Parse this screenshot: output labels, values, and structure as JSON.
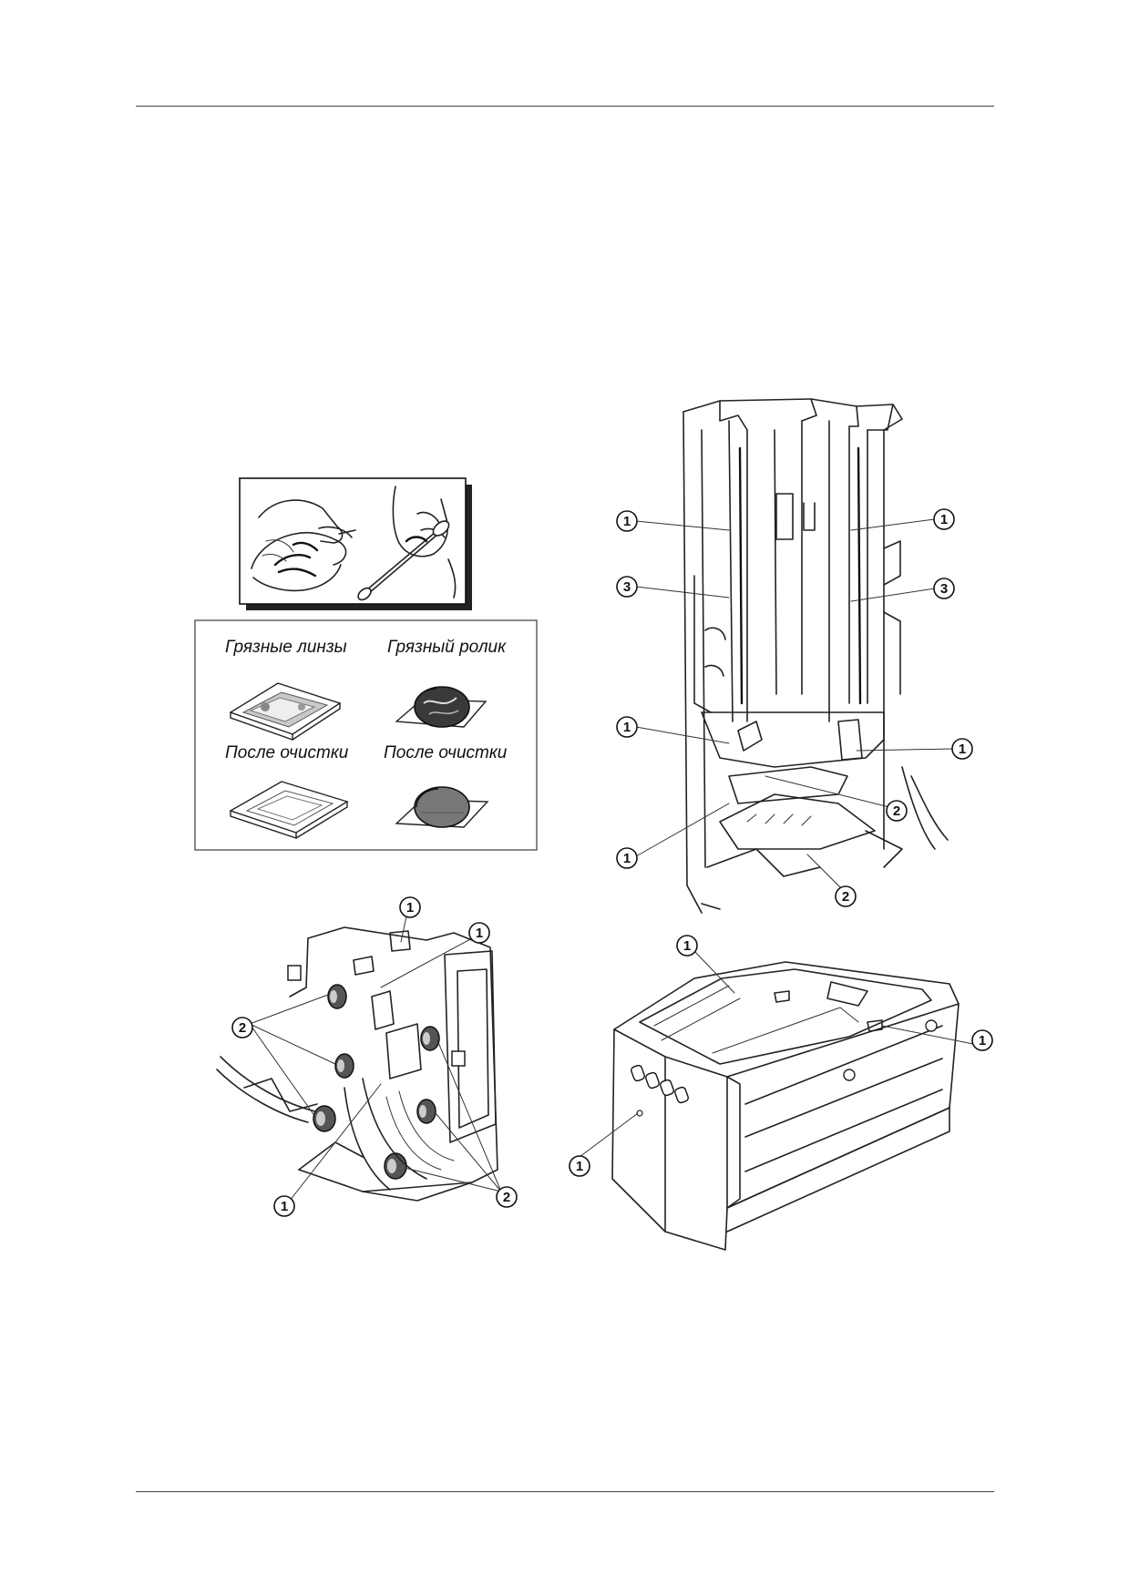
{
  "figures": {
    "cleaning_panel": {
      "dirty_lens": "Грязные линзы",
      "dirty_roller": "Грязный ролик",
      "after_lens": "После очистки",
      "after_roller": "После очистки"
    },
    "tower": {
      "callouts": [
        "1",
        "1",
        "3",
        "3",
        "1",
        "1",
        "2",
        "1",
        "2"
      ]
    },
    "module_left": {
      "callouts": [
        "1",
        "1",
        "2",
        "1",
        "2"
      ]
    },
    "module_right": {
      "callouts": [
        "1",
        "1",
        "1"
      ]
    }
  }
}
